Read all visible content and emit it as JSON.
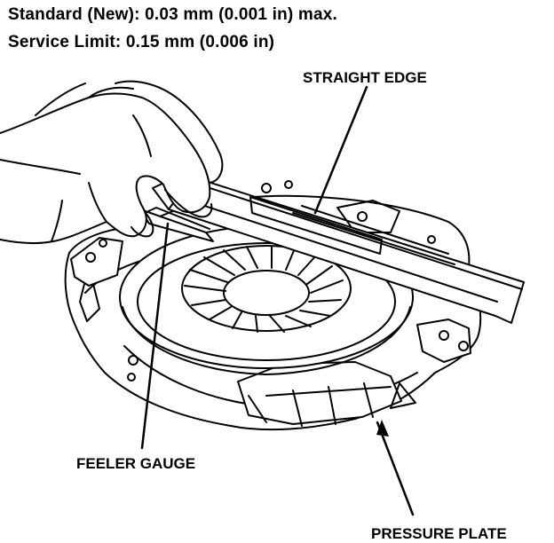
{
  "specs": {
    "standard": "Standard (New): 0.03 mm (0.001 in) max.",
    "service_limit": "Service Limit: 0.15 mm (0.006 in)"
  },
  "labels": {
    "straight_edge": "STRAIGHT EDGE",
    "feeler_gauge": "FEELER GAUGE",
    "pressure_plate": "PRESSURE PLATE"
  }
}
